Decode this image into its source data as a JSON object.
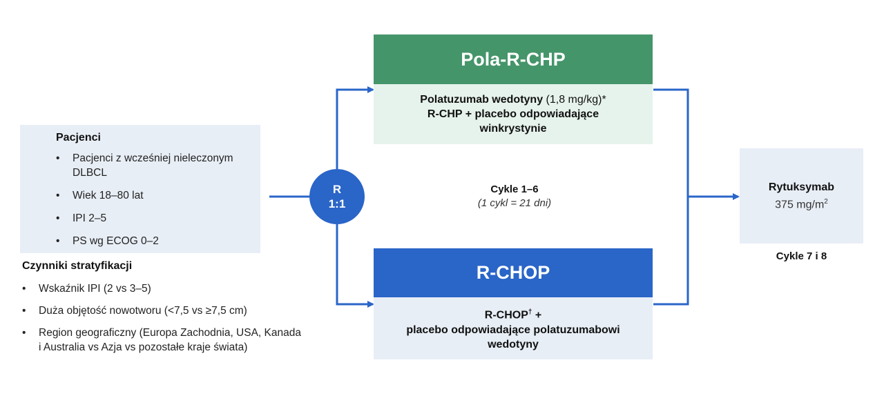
{
  "patients": {
    "title": "Pacjenci",
    "items": [
      "Pacjenci z wcześniej nieleczonym DLBCL",
      "Wiek 18–80 lat",
      "IPI 2–5",
      "PS wg ECOG 0–2"
    ]
  },
  "stratification": {
    "title": "Czynniki stratyfikacji",
    "items": [
      "Wskaźnik IPI (2 vs 3–5)",
      "Duża objętość nowotworu (<7,5 vs ≥7,5 cm)",
      "Region geograficzny (Europa Zachodnia, USA, Kanada i Australia vs Azja vs pozostałe kraje świata)"
    ]
  },
  "randomization": {
    "line1": "R",
    "line2": "1:1"
  },
  "arm_pola": {
    "title": "Pola-R-CHP",
    "drug_bold": "Polatuzumab wedotyny",
    "drug_dose": " (1,8 mg/kg)*",
    "line2": "R-CHP + placebo odpowiadające",
    "line3": "winkrystynie"
  },
  "arm_rchop": {
    "title": "R-CHOP",
    "line1_main": "R-CHOP",
    "line1_sup": "†",
    "line1_tail": " +",
    "line2": "placebo odpowiadające polatuzumabowi",
    "line3": "wedotyny"
  },
  "cycles": {
    "title": "Cykle 1–6",
    "note": "(1 cykl = 21 dni)"
  },
  "rituximab": {
    "name": "Rytuksymab",
    "dose": "375 mg/m",
    "dose_sup": "2",
    "cycles": "Cykle 7 i 8"
  },
  "colors": {
    "green": "#45956a",
    "blue": "#2a65c8",
    "light_green": "#e6f3ec",
    "light_blue": "#e8eef6"
  }
}
